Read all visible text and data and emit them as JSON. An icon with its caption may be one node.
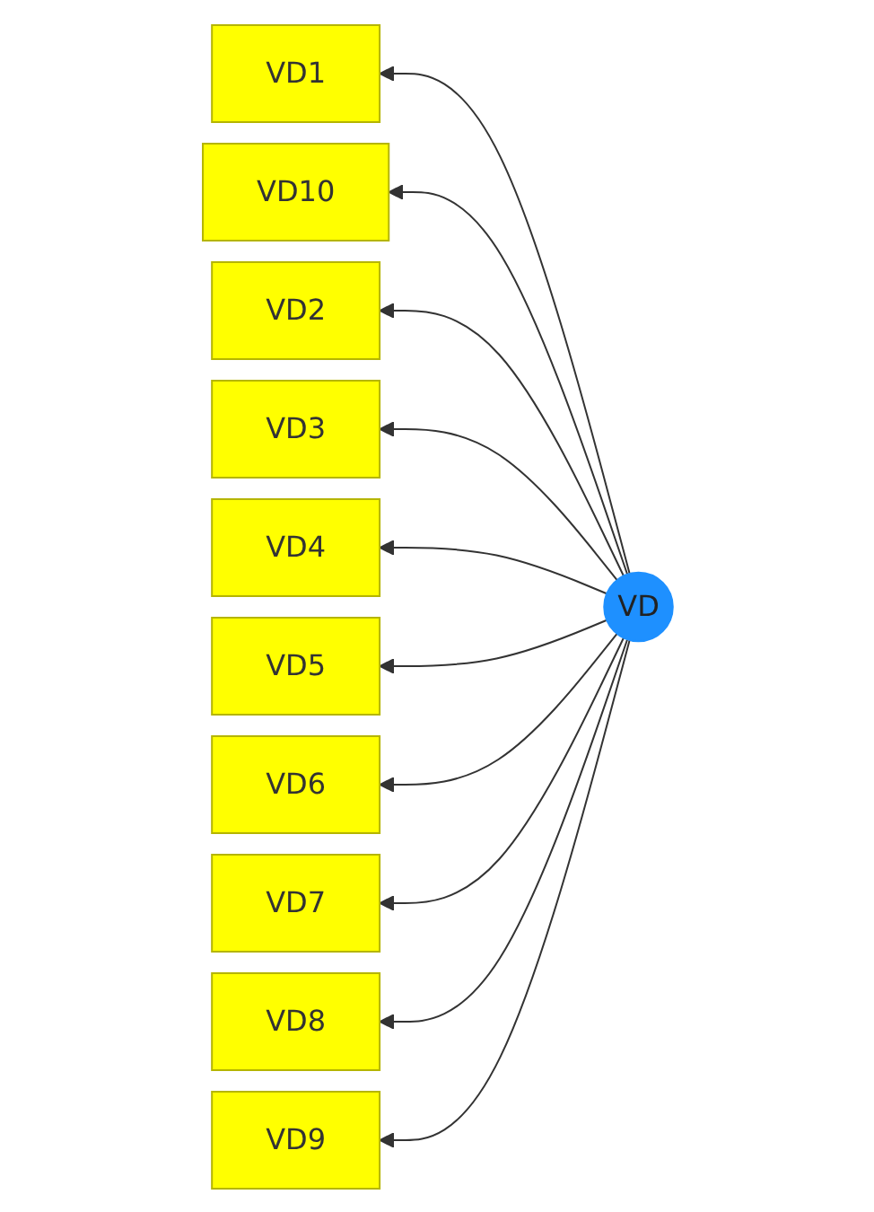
{
  "diagram": {
    "nodes": [
      {
        "text": [
          "VD1"
        ]
      },
      {
        "text": [
          "VD10"
        ]
      },
      {
        "text": [
          "VD2"
        ]
      },
      {
        "text": [
          "VD3"
        ]
      },
      {
        "text": [
          "VD4"
        ]
      },
      {
        "text": [
          "VD5"
        ]
      },
      {
        "text": [
          "VD6"
        ]
      },
      {
        "text": [
          "VD7"
        ]
      },
      {
        "text": [
          "VD8"
        ]
      },
      {
        "text": [
          "VD9"
        ]
      },
      {
        "text": [
          "VD"
        ]
      }
    ],
    "edges": [
      {
        "from": 10,
        "to": 0,
        "arrow": "to"
      },
      {
        "from": 10,
        "to": 1,
        "arrow": "to"
      },
      {
        "from": 10,
        "to": 2,
        "arrow": "to"
      },
      {
        "from": 10,
        "to": 3,
        "arrow": "to"
      },
      {
        "from": 10,
        "to": 4,
        "arrow": "to"
      },
      {
        "from": 10,
        "to": 5,
        "arrow": "to"
      },
      {
        "from": 10,
        "to": 6,
        "arrow": "to"
      },
      {
        "from": 10,
        "to": 7,
        "arrow": "to"
      },
      {
        "from": 10,
        "to": 8,
        "arrow": "to"
      },
      {
        "from": 10,
        "to": 9,
        "arrow": "to"
      }
    ]
  }
}
